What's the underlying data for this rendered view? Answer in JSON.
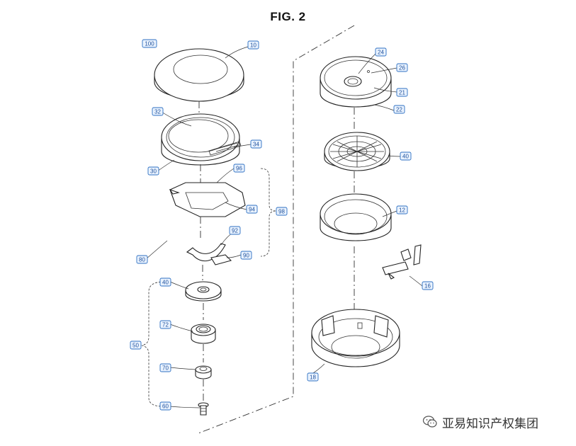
{
  "figure": {
    "title": "FIG. 2"
  },
  "labels": {
    "l100": "100",
    "l10": "10",
    "l32": "32",
    "l34": "34",
    "l30": "30",
    "l96": "96",
    "l94": "94",
    "l98": "98",
    "l92": "92",
    "l90": "90",
    "l80": "80",
    "l40": "40",
    "l72": "72",
    "l50": "50",
    "l70": "70",
    "l60": "60",
    "l24": "24",
    "l26": "26",
    "l21": "21",
    "l22": "22",
    "l49": "40",
    "l12": "12",
    "l16": "16",
    "l18": "18"
  },
  "watermark": {
    "text": "亚易知识产权集团",
    "icon": "wechat-icon"
  }
}
